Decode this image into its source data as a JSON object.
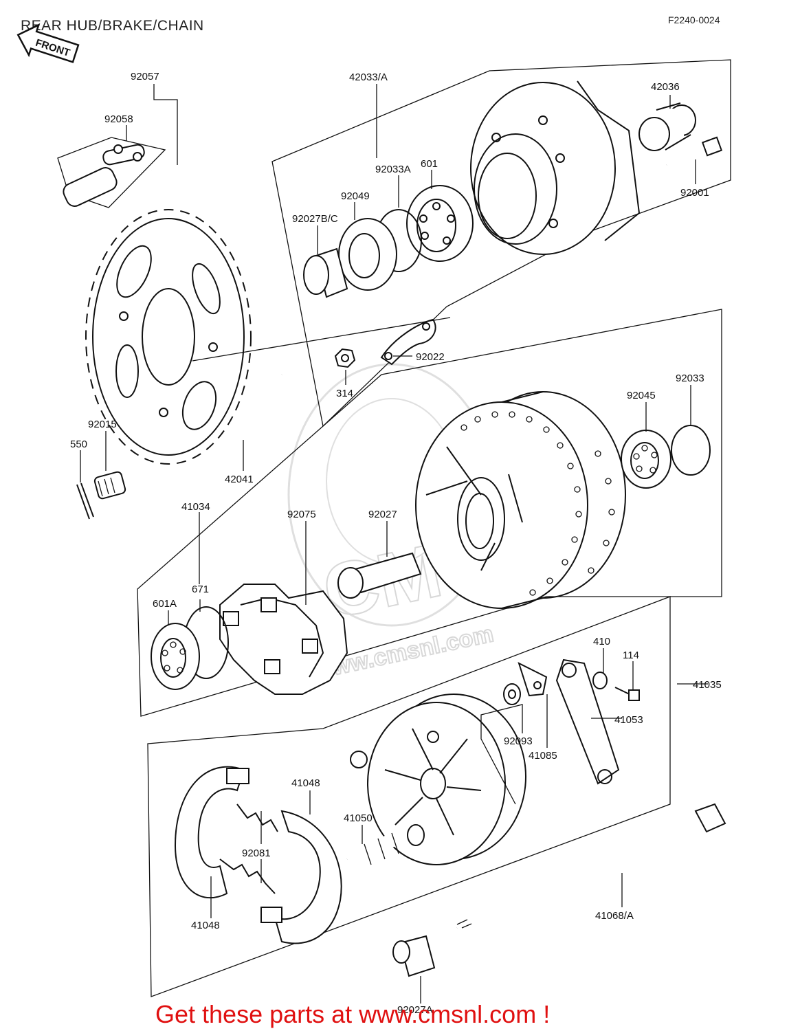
{
  "header": {
    "title": "REAR HUB/BRAKE/CHAIN",
    "figure_code": "F2240-0024",
    "front_arrow": "FRONT"
  },
  "watermark": {
    "text": "CMS",
    "url": "www.cmsnl.com"
  },
  "labels": {
    "p92057": "92057",
    "p92058": "92058",
    "p42033": "42033/A",
    "p42036": "42036",
    "p601": "601",
    "p92033A": "92033A",
    "p92049": "92049",
    "p92027BC": "92027B/C",
    "p92001": "92001",
    "p92022": "92022",
    "p314": "314",
    "p92033": "92033",
    "p92045": "92045",
    "p92015": "92015",
    "p550": "550",
    "p42041": "42041",
    "p41034": "41034",
    "p92075": "92075",
    "p92027": "92027",
    "p671": "671",
    "p601A": "601A",
    "p410": "410",
    "p114": "114",
    "p41035": "41035",
    "p41053": "41053",
    "p92093": "92093",
    "p41085": "41085",
    "p41048a": "41048",
    "p41050": "41050",
    "p92081": "92081",
    "p41048b": "41048",
    "p41068": "41068/A",
    "p92027A": "92027A"
  },
  "footer": {
    "cta_text": "Get these parts at www.cmsnl.com !"
  }
}
